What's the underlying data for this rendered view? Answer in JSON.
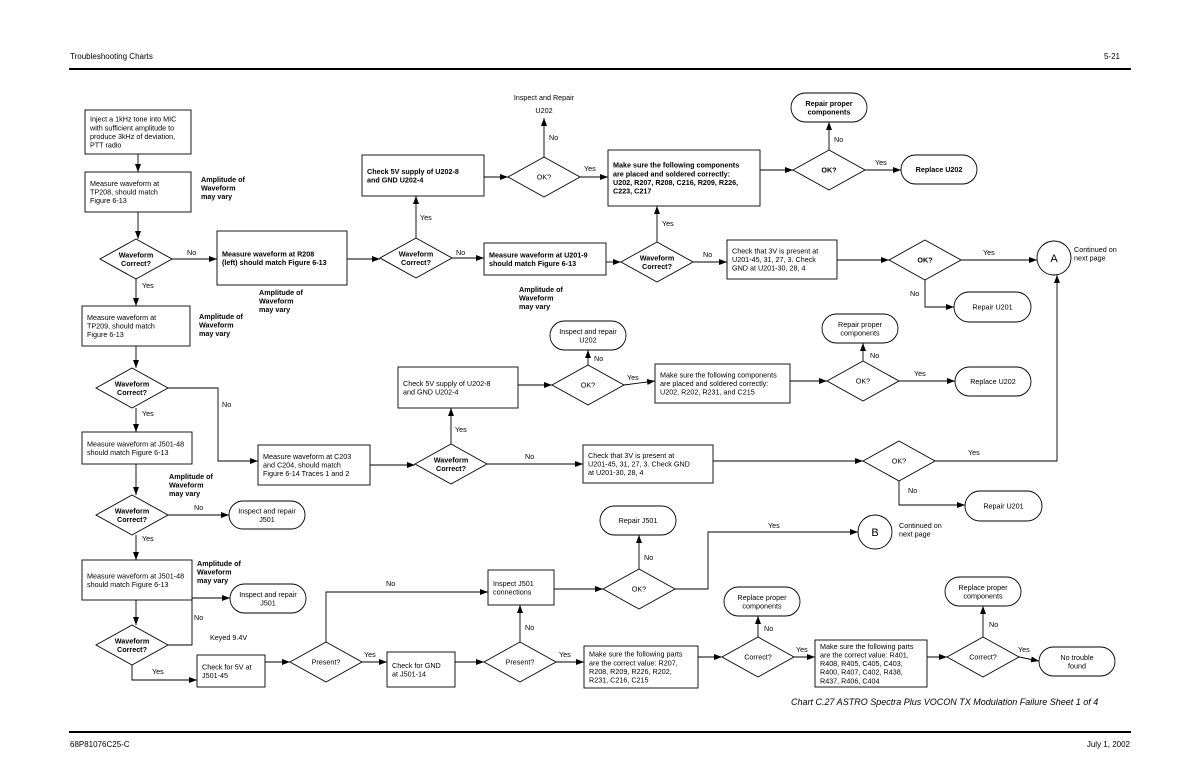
{
  "header": {
    "section_title": "Troubleshooting Charts",
    "page_number": "5-21"
  },
  "footer": {
    "doc_number": "68P81076C25-C",
    "date": "July 1, 2002"
  },
  "caption": "Chart C.27 ASTRO Spectra Plus VOCON TX Modulation Failure Sheet 1 of 4",
  "flowchart": {
    "nodes": [
      {
        "id": "n1",
        "type": "process",
        "bold": false,
        "lines": [
          "Inject a 1kHz tone into MIC",
          "with sufficient amplitude to",
          "produce 3kHz of deviation,",
          "PTT radio"
        ]
      },
      {
        "id": "n2",
        "type": "process",
        "bold": false,
        "lines": [
          "Measure waveform at",
          "TP208, should match",
          "Figure 6-13"
        ]
      },
      {
        "id": "d1",
        "type": "decision",
        "bold": true,
        "lines": [
          "Waveform",
          "Correct?"
        ]
      },
      {
        "id": "n3",
        "type": "process",
        "bold": true,
        "lines": [
          "Measure waveform at R208",
          "(left) should match Figure 6-13"
        ]
      },
      {
        "id": "d2",
        "type": "decision",
        "bold": true,
        "lines": [
          "Waveform",
          "Correct?"
        ]
      },
      {
        "id": "n4",
        "type": "process",
        "bold": true,
        "lines": [
          "Check 5V supply of U202-8",
          "and GND U202-4"
        ]
      },
      {
        "id": "d3",
        "type": "decision",
        "bold": false,
        "lines": [
          "OK?"
        ]
      },
      {
        "id": "t1",
        "type": "label",
        "bold": false,
        "lines": [
          "Inspect and Repair",
          "U202"
        ]
      },
      {
        "id": "n5",
        "type": "process",
        "bold": true,
        "lines": [
          "Make sure the following components",
          "are placed and soldered correctly:",
          "U202, R207, R208, C216, R209, R226,",
          "C223, C217"
        ]
      },
      {
        "id": "d4",
        "type": "decision",
        "bold": true,
        "lines": [
          "OK?"
        ]
      },
      {
        "id": "t2",
        "type": "terminal",
        "bold": true,
        "lines": [
          "Repair proper",
          "components"
        ]
      },
      {
        "id": "t3",
        "type": "terminal",
        "bold": true,
        "lines": [
          "Replace U202"
        ]
      },
      {
        "id": "n6",
        "type": "process",
        "bold": true,
        "lines": [
          "Measure waveform at U201-9",
          "should match Figure 6-13"
        ]
      },
      {
        "id": "d5",
        "type": "decision",
        "bold": true,
        "lines": [
          "Waveform",
          "Correct?"
        ]
      },
      {
        "id": "n7",
        "type": "process",
        "bold": false,
        "lines": [
          "Check that 3V is present at",
          "U201-45, 31, 27, 3. Check",
          "GND at U201-30, 28, 4"
        ]
      },
      {
        "id": "d6",
        "type": "decision",
        "bold": true,
        "lines": [
          "OK?"
        ]
      },
      {
        "id": "cA",
        "type": "connector",
        "bold": false,
        "lines": [
          "A"
        ]
      },
      {
        "id": "t4",
        "type": "terminal",
        "bold": false,
        "lines": [
          "Repair U201"
        ]
      },
      {
        "id": "n8",
        "type": "process",
        "bold": false,
        "lines": [
          "Measure waveform at",
          "TP209, should match",
          "Figure 6-13"
        ]
      },
      {
        "id": "d7",
        "type": "decision",
        "bold": true,
        "lines": [
          "Waveform",
          "Correct?"
        ]
      },
      {
        "id": "n9",
        "type": "process",
        "bold": false,
        "lines": [
          "Measure waveform at C203",
          "and C204, should match",
          "Figure 6-14 Traces 1 and 2"
        ]
      },
      {
        "id": "d8",
        "type": "decision",
        "bold": true,
        "lines": [
          "Waveform",
          "Correct?"
        ]
      },
      {
        "id": "n10",
        "type": "process",
        "bold": false,
        "lines": [
          "Check 5V supply of U202-8",
          "and GND U202-4"
        ]
      },
      {
        "id": "d9",
        "type": "decision",
        "bold": false,
        "lines": [
          "OK?"
        ]
      },
      {
        "id": "t5",
        "type": "terminal",
        "bold": false,
        "lines": [
          "Inspect and repair",
          "U202"
        ]
      },
      {
        "id": "n11",
        "type": "process",
        "bold": false,
        "lines": [
          "Make sure the following components",
          "are placed and soldered correctly:",
          "U202, R202, R231, and C215"
        ]
      },
      {
        "id": "d10",
        "type": "decision",
        "bold": false,
        "lines": [
          "OK?"
        ]
      },
      {
        "id": "t6",
        "type": "terminal",
        "bold": false,
        "lines": [
          "Repair proper",
          "components"
        ]
      },
      {
        "id": "t7",
        "type": "terminal",
        "bold": false,
        "lines": [
          "Replace U202"
        ]
      },
      {
        "id": "n12",
        "type": "process",
        "bold": false,
        "lines": [
          "Check that 3V is present at",
          "U201-45, 31, 27, 3. Check GND",
          "at U201-30, 28, 4"
        ]
      },
      {
        "id": "d11",
        "type": "decision",
        "bold": false,
        "lines": [
          "OK?"
        ]
      },
      {
        "id": "t8",
        "type": "terminal",
        "bold": false,
        "lines": [
          "Repair U201"
        ]
      },
      {
        "id": "n13",
        "type": "process",
        "bold": false,
        "lines": [
          "Measure waveform at J501-48",
          "should match Figure 6-13"
        ]
      },
      {
        "id": "d12",
        "type": "decision",
        "bold": true,
        "lines": [
          "Waveform",
          "Correct?"
        ]
      },
      {
        "id": "t9",
        "type": "terminal",
        "bold": false,
        "lines": [
          "Inspect and repair",
          "J501"
        ]
      },
      {
        "id": "n14",
        "type": "process",
        "bold": false,
        "lines": [
          "Measure waveform at J501-48",
          "should match Figure 6-13"
        ]
      },
      {
        "id": "d13",
        "type": "decision",
        "bold": true,
        "lines": [
          "Waveform",
          "Correct?"
        ]
      },
      {
        "id": "t10",
        "type": "terminal",
        "bold": false,
        "lines": [
          "Inspect and repair",
          "J501"
        ]
      },
      {
        "id": "n15",
        "type": "process",
        "bold": false,
        "lines": [
          "Check for 5V at",
          "J501-45"
        ]
      },
      {
        "id": "d14",
        "type": "decision",
        "bold": false,
        "lines": [
          "Present?"
        ]
      },
      {
        "id": "n16",
        "type": "process",
        "bold": false,
        "lines": [
          "Check for GND",
          "at J501-14"
        ]
      },
      {
        "id": "d15",
        "type": "decision",
        "bold": false,
        "lines": [
          "Present?"
        ]
      },
      {
        "id": "n17",
        "type": "process",
        "bold": false,
        "lines": [
          "Inspect J501",
          "connections"
        ]
      },
      {
        "id": "d16",
        "type": "decision",
        "bold": false,
        "lines": [
          "OK?"
        ]
      },
      {
        "id": "t11",
        "type": "terminal",
        "bold": false,
        "lines": [
          "Repair J501"
        ]
      },
      {
        "id": "cB",
        "type": "connector",
        "bold": false,
        "lines": [
          "B"
        ]
      },
      {
        "id": "n18",
        "type": "process",
        "bold": false,
        "lines": [
          "Make sure the following parts",
          "are the correct value: R207,",
          "R208, R209, R226, R202,",
          "R231, C216, C215"
        ]
      },
      {
        "id": "d17",
        "type": "decision",
        "bold": false,
        "lines": [
          "Correct?"
        ]
      },
      {
        "id": "t12",
        "type": "terminal",
        "bold": false,
        "lines": [
          "Replace proper",
          "components"
        ]
      },
      {
        "id": "n19",
        "type": "process",
        "bold": false,
        "lines": [
          "Make sure the following parts",
          "are the correct value: R401,",
          "R408, R405, C405, C403,",
          "R400, R407, C402, R438,",
          "R437, R406, C404"
        ]
      },
      {
        "id": "d18",
        "type": "decision",
        "bold": false,
        "lines": [
          "Correct?"
        ]
      },
      {
        "id": "t13",
        "type": "terminal",
        "bold": false,
        "lines": [
          "Replace proper",
          "components"
        ]
      },
      {
        "id": "t14",
        "type": "terminal",
        "bold": false,
        "lines": [
          "No trouble",
          "found"
        ]
      }
    ],
    "notes": [
      {
        "id": "a1",
        "bold": true,
        "lines": [
          "Amplitude of",
          "Waveform",
          "may vary"
        ]
      },
      {
        "id": "a2",
        "bold": true,
        "lines": [
          "Amplitude of",
          "Waveform",
          "may vary"
        ]
      },
      {
        "id": "a3",
        "bold": true,
        "lines": [
          "Amplitude of",
          "Waveform",
          "may vary"
        ]
      },
      {
        "id": "a4",
        "bold": true,
        "lines": [
          "Amplitude of",
          "Waveform",
          "may vary"
        ]
      },
      {
        "id": "a5",
        "bold": true,
        "lines": [
          "Amplitude of",
          "Waveform",
          "may vary"
        ]
      },
      {
        "id": "a6",
        "bold": true,
        "lines": [
          "Amplitude of",
          "Waveform",
          "may vary"
        ]
      },
      {
        "id": "cAnote",
        "bold": false,
        "lines": [
          "Continued on",
          "next page"
        ]
      },
      {
        "id": "cBnote",
        "bold": false,
        "lines": [
          "Continued on",
          "next page"
        ]
      },
      {
        "id": "keyed",
        "bold": false,
        "lines": [
          "Keyed 9.4V"
        ]
      }
    ],
    "edge_labels": {
      "yes": "Yes",
      "no": "No"
    }
  }
}
